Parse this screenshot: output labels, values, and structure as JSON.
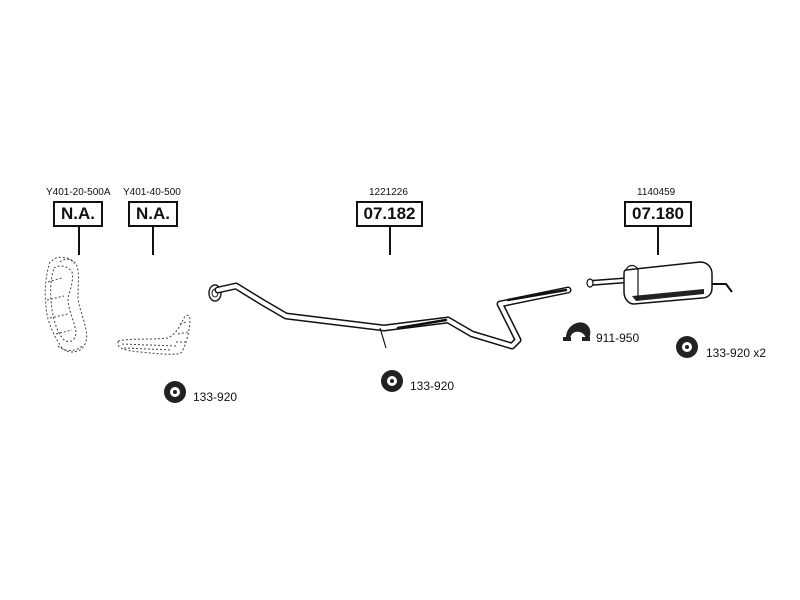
{
  "callouts": [
    {
      "code": "Y401-20-500A",
      "number": "N.A."
    },
    {
      "code": "Y401-40-500",
      "number": "N.A."
    },
    {
      "code": "1221226",
      "number": "07.182"
    },
    {
      "code": "1140459",
      "number": "07.180"
    }
  ],
  "accessories": [
    {
      "label": "133-920"
    },
    {
      "label": "133-920"
    },
    {
      "label": "911-950"
    },
    {
      "label": "133-920 x2"
    }
  ]
}
